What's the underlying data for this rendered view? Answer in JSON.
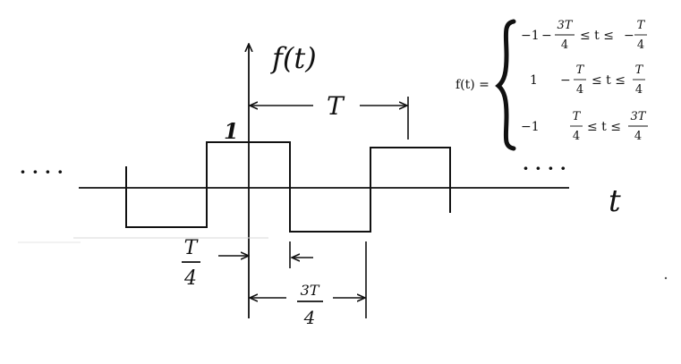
{
  "diagram": {
    "function_label": "f(t)",
    "axis_label_t": "t",
    "amplitude_label": "1",
    "period_label": "T",
    "dots": "· · · ·",
    "left_offset": {
      "numerator": "T",
      "denominator": "4"
    },
    "width_offset": {
      "numerator": "3T",
      "denominator": "4"
    }
  },
  "definition": {
    "lhs": "f(t) =",
    "cases": [
      {
        "value": "−1",
        "condition": {
          "lo_prefix": "−",
          "lo_num": "3T",
          "lo_den": "4",
          "rel": "≤ t ≤",
          "hi_prefix": "−",
          "hi_num": "T",
          "hi_den": "4"
        }
      },
      {
        "value": "1",
        "condition": {
          "lo_prefix": "−",
          "lo_num": "T",
          "lo_den": "4",
          "rel": "≤ t ≤",
          "hi_prefix": "",
          "hi_num": "T",
          "hi_den": "4"
        }
      },
      {
        "value": "−1",
        "condition": {
          "lo_prefix": "",
          "lo_num": "T",
          "lo_den": "4",
          "rel": "≤ t ≤",
          "hi_prefix": "",
          "hi_num": "3T",
          "hi_den": "4"
        }
      }
    ]
  }
}
